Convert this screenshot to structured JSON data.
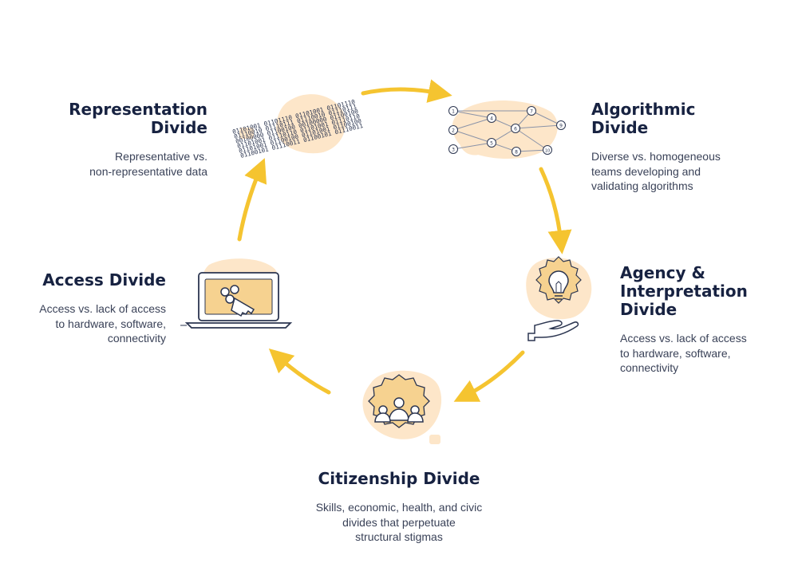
{
  "nodes": {
    "representation": {
      "title_1": "Representation",
      "title_2": "Divide",
      "desc_1": "Representative vs.",
      "desc_2": "non-representative data",
      "icon": "binary-data-wave-icon"
    },
    "algorithmic": {
      "title_1": "Algorithmic",
      "title_2": "Divide",
      "desc_1": "Diverse vs. homogeneous",
      "desc_2": "teams developing and",
      "desc_3": "validating algorithms",
      "icon": "network-graph-icon",
      "graph_labels": [
        "1",
        "2",
        "3",
        "4",
        "5",
        "6",
        "7",
        "8",
        "9",
        "10"
      ]
    },
    "agency": {
      "title_1": "Agency &",
      "title_2": "Interpretation",
      "title_3": "Divide",
      "desc_1": "Access vs. lack of access",
      "desc_2": "to hardware, software,",
      "desc_3": "connectivity",
      "icon": "lightbulb-hand-icon"
    },
    "citizenship": {
      "title_1": "Citizenship Divide",
      "desc_1": "Skills, economic, health, and civic",
      "desc_2": "divides that perpetuate",
      "desc_3": "structural stigmas",
      "icon": "people-group-icon"
    },
    "access": {
      "title_1": "Access Divide",
      "desc_1": "Access vs. lack of access",
      "desc_2": "to hardware, software,",
      "desc_3": "connectivity",
      "icon": "laptop-key-icon"
    }
  },
  "binary_rows": [
    "01101001 01101110",
    "01110010 01110111",
    "00100000 01100100",
    "01101001 01110110",
    "01101001 01100100",
    "01100101 01110011"
  ],
  "colors": {
    "arrow": "#f5c430",
    "title": "#172241",
    "text": "#3a4258",
    "blob": "#fde6c9",
    "icon_stroke": "#2b3550",
    "icon_fill": "#f6d290"
  }
}
